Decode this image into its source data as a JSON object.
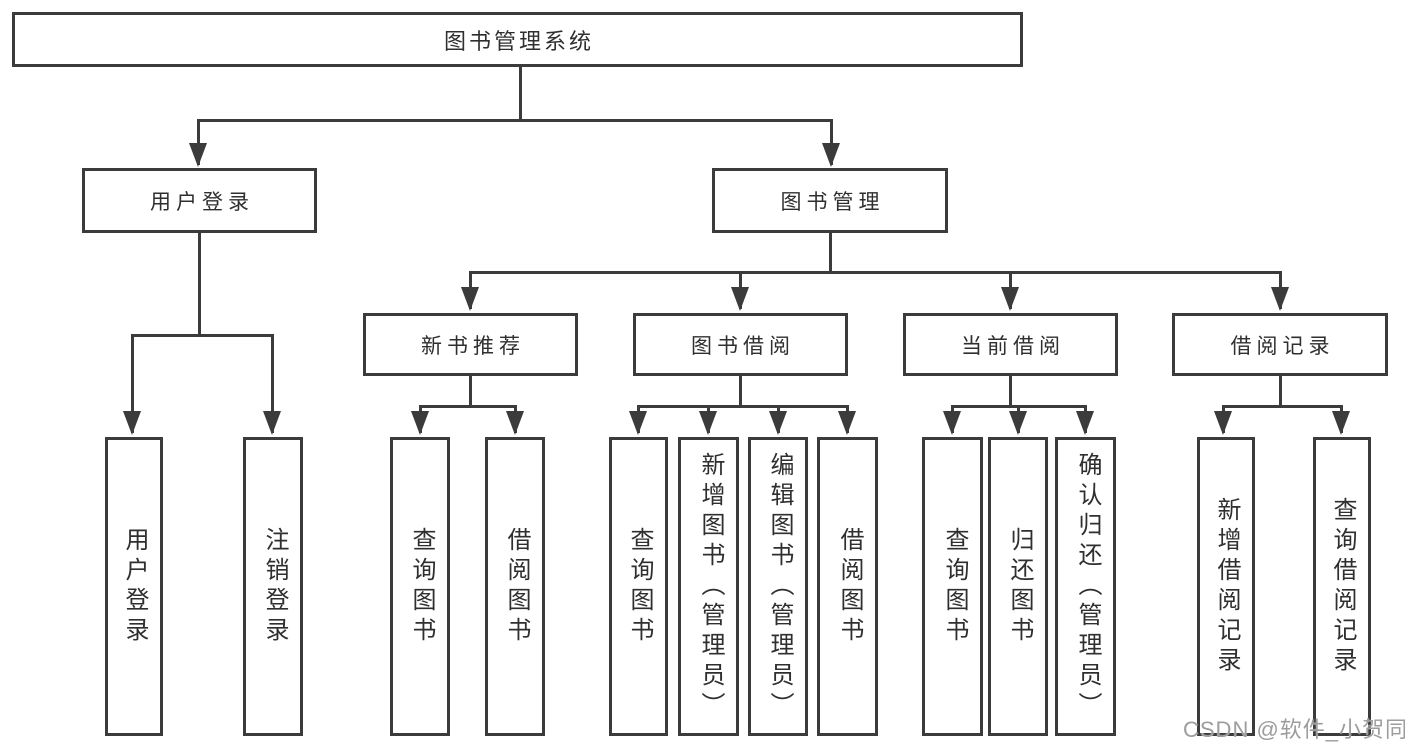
{
  "tree": {
    "root": {
      "label": "图书管理系统"
    },
    "branches": [
      {
        "label": "用户登录",
        "leaves": [
          {
            "label": "用户登录"
          },
          {
            "label": "注销登录"
          }
        ]
      },
      {
        "label": "图书管理",
        "groups": [
          {
            "label": "新书推荐",
            "leaves": [
              {
                "label": "查询图书"
              },
              {
                "label": "借阅图书"
              }
            ]
          },
          {
            "label": "图书借阅",
            "leaves": [
              {
                "label": "查询图书"
              },
              {
                "label": "新增图书（管理员）"
              },
              {
                "label": "编辑图书（管理员）"
              },
              {
                "label": "借阅图书"
              }
            ]
          },
          {
            "label": "当前借阅",
            "leaves": [
              {
                "label": "查询图书"
              },
              {
                "label": "归还图书"
              },
              {
                "label": "确认归还（管理员）"
              }
            ]
          },
          {
            "label": "借阅记录",
            "leaves": [
              {
                "label": "新增借阅记录"
              },
              {
                "label": "查询借阅记录"
              }
            ]
          }
        ]
      }
    ]
  },
  "watermark": {
    "text": "CSDN @软件_小贺同学"
  },
  "colors": {
    "line": "#3b3b3b",
    "text": "#2f2f2f",
    "watermark": "#9d9d9d",
    "background": "#ffffff"
  }
}
